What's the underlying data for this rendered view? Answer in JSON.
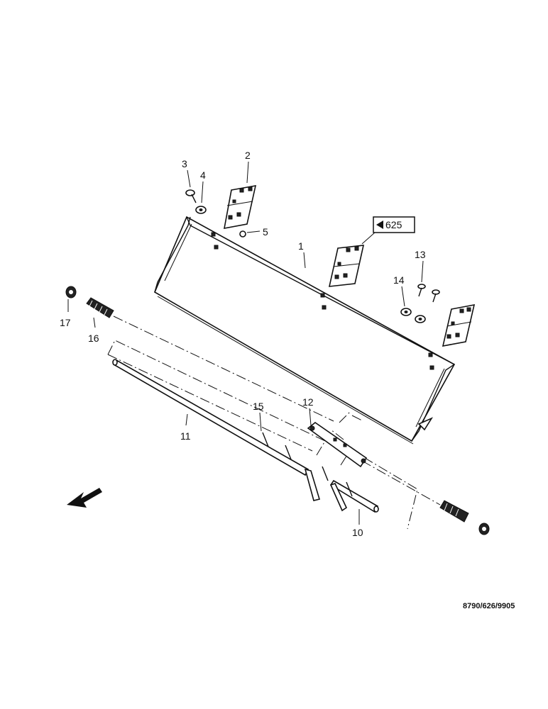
{
  "callouts": {
    "c1": "1",
    "c2": "2",
    "c3": "3",
    "c4": "4",
    "c5": "5",
    "c10": "10",
    "c11": "11",
    "c12": "12",
    "c13": "13",
    "c14": "14",
    "c15": "15",
    "c16": "16",
    "c17": "17"
  },
  "page_ref": "625",
  "drawing_code": "8790/626/9905"
}
